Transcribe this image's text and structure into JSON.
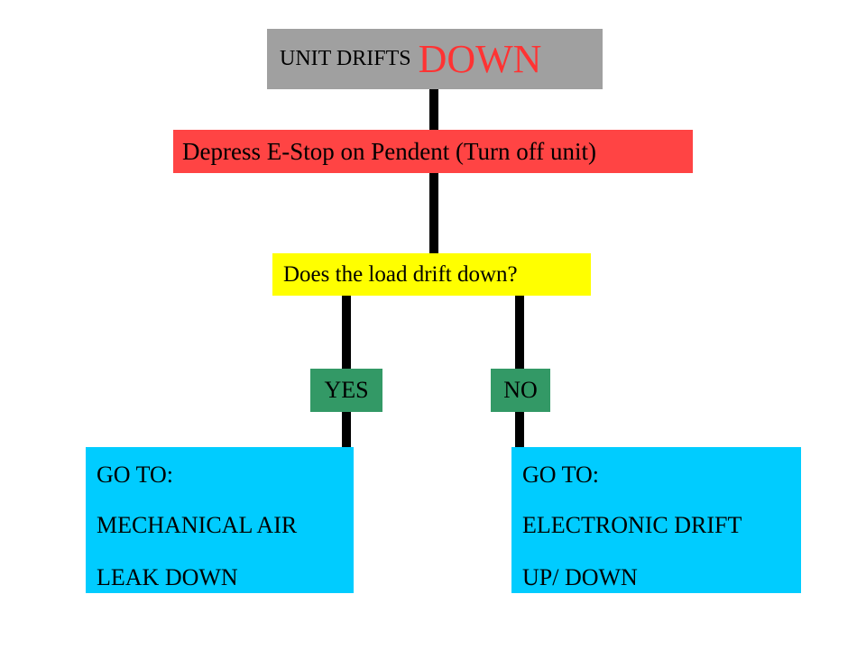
{
  "title": {
    "prefix": "UNIT DRIFTS",
    "emphasis": "DOWN",
    "emphasis_color": "#ff3333"
  },
  "step1": {
    "text": "Depress E-Stop on Pendent (Turn off unit)",
    "color": "#ff4444"
  },
  "decision": {
    "text": "Does the load drift down?",
    "color": "#ffff00"
  },
  "branches": {
    "yes": {
      "label": "YES",
      "color": "#339966"
    },
    "no": {
      "label": "NO",
      "color": "#339966"
    }
  },
  "outcomes": {
    "left": {
      "line1": "GO TO:",
      "line2": "MECHANICAL AIR",
      "line3": "LEAK DOWN",
      "color": "#00ccff"
    },
    "right": {
      "line1": "GO TO:",
      "line2": "ELECTRONIC DRIFT",
      "line3": "UP/ DOWN",
      "color": "#00ccff"
    }
  }
}
